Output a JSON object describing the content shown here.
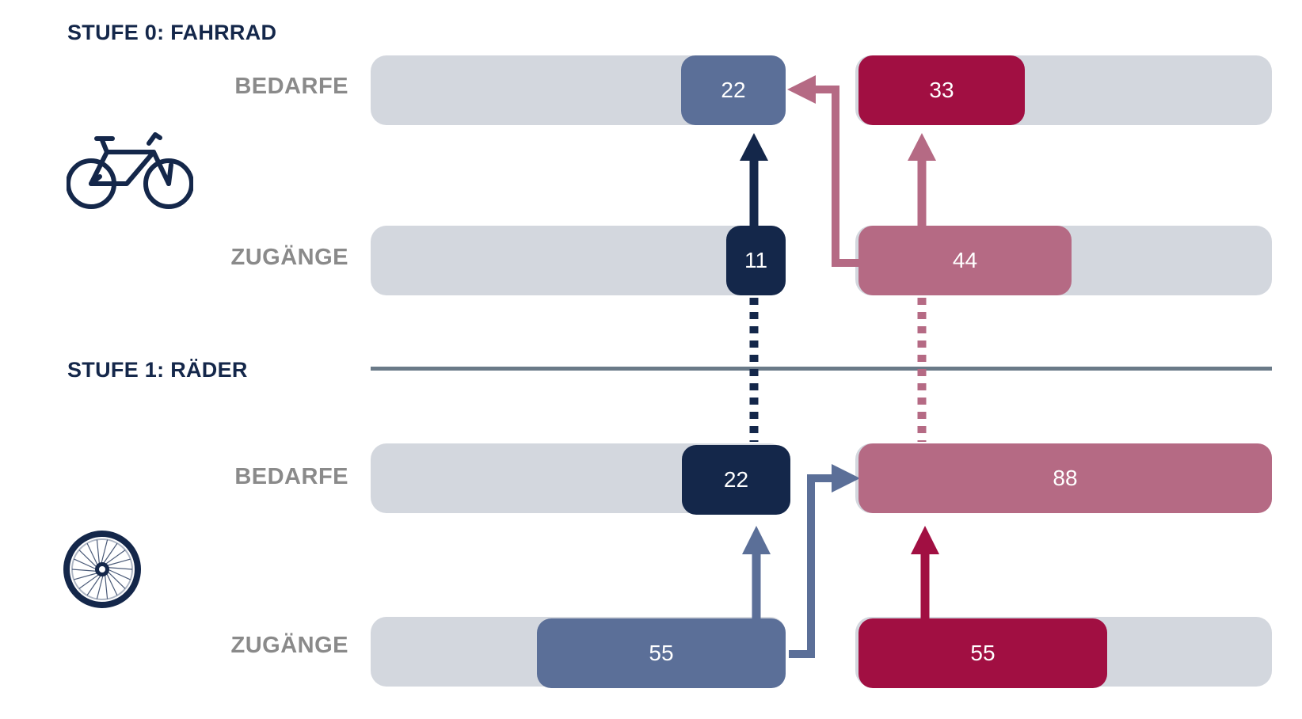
{
  "colors": {
    "track": "#d3d7de",
    "slate": "#5b6f98",
    "navy": "#14274a",
    "crimson": "#a10f42",
    "rose": "#b56a84",
    "divider": "#6a7a88"
  },
  "stages": [
    {
      "title": "STUFE 0: FAHRRAD",
      "icon": "bicycle-icon",
      "rows": [
        {
          "label": "BEDARFE",
          "left_value": "22",
          "right_value": "33"
        },
        {
          "label": "ZUGÄNGE",
          "left_value": "11",
          "right_value": "44"
        }
      ]
    },
    {
      "title": "STUFE 1: RÄDER",
      "icon": "wheel-icon",
      "rows": [
        {
          "label": "BEDARFE",
          "left_value": "22",
          "right_value": "88"
        },
        {
          "label": "ZUGÄNGE",
          "left_value": "55",
          "right_value": "55"
        }
      ]
    }
  ]
}
